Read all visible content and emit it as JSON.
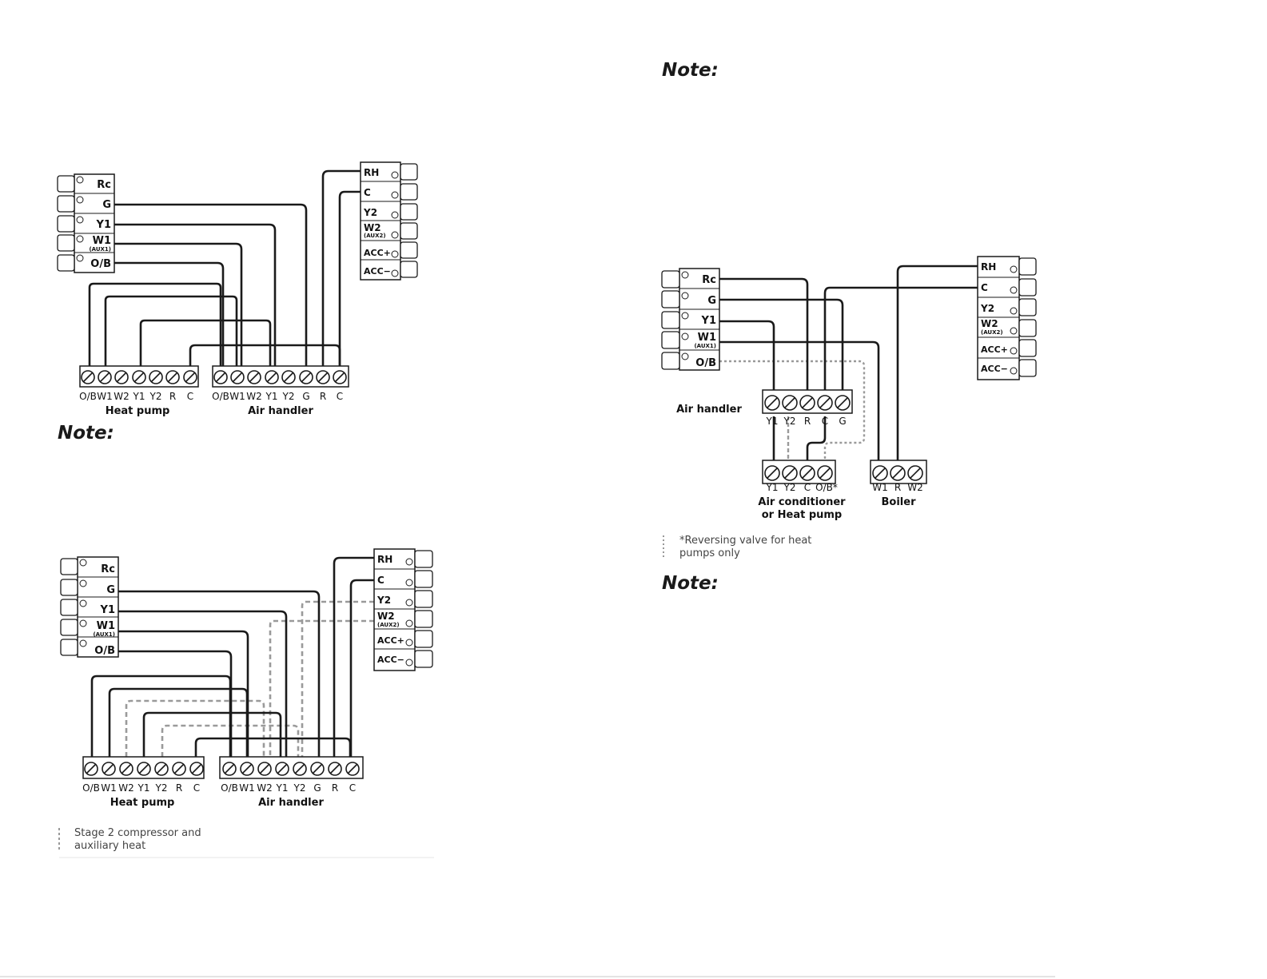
{
  "notes": {
    "note_1": "Note:",
    "note_2": "Note:",
    "note_3": "Note:",
    "note_4": "Note:"
  },
  "thermostat": {
    "left_terminals": [
      "Rc",
      "G",
      "Y1",
      "W1",
      "O/B"
    ],
    "w1_sub": "(AUX1)",
    "right_terminals": [
      "RH",
      "C",
      "Y2",
      "W2",
      "ACC+",
      "ACC−"
    ],
    "w2_sub": "(AUX2)"
  },
  "diagram_1": {
    "heat_pump_label": "Heat pump",
    "heat_pump_terminals": [
      "O/B",
      "W1",
      "W2",
      "Y1",
      "Y2",
      "R",
      "C"
    ],
    "air_handler_label": "Air handler",
    "air_handler_terminals": [
      "O/B",
      "W1",
      "W2",
      "Y1",
      "Y2",
      "G",
      "R",
      "C"
    ]
  },
  "diagram_2": {
    "heat_pump_label": "Heat pump",
    "heat_pump_terminals": [
      "O/B",
      "W1",
      "W2",
      "Y1",
      "Y2",
      "R",
      "C"
    ],
    "air_handler_label": "Air handler",
    "air_handler_terminals": [
      "O/B",
      "W1",
      "W2",
      "Y1",
      "Y2",
      "G",
      "R",
      "C"
    ],
    "legend_line1": "Stage 2 compressor and",
    "legend_line2": "auxiliary heat"
  },
  "diagram_3": {
    "air_handler_label": "Air handler",
    "air_handler_terminals": [
      "Y1",
      "Y2",
      "R",
      "C",
      "G"
    ],
    "ac_label_line1": "Air conditioner",
    "ac_label_line2": "or Heat pump",
    "ac_terminals": [
      "Y1",
      "Y2",
      "C",
      "O/B*"
    ],
    "boiler_label": "Boiler",
    "boiler_terminals": [
      "W1",
      "R",
      "W2"
    ],
    "legend_line1": "*Reversing valve for heat",
    "legend_line2": "pumps only"
  }
}
